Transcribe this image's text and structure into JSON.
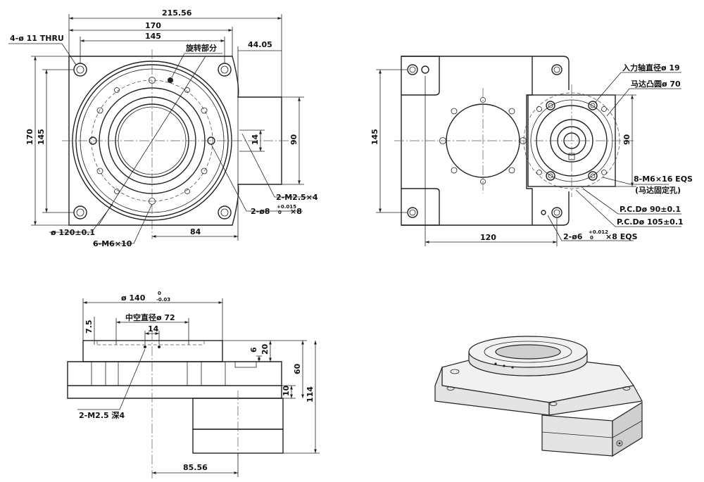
{
  "top_view": {
    "overall_width": "215.56",
    "base_width": "170",
    "hole_spacing": "145",
    "offset": "44.05",
    "height": "170",
    "hole_spacing_v": "145",
    "rotating_part": "旋转部分",
    "thru_holes": "4-ø 11 THRU",
    "tap_m25": "2-M2.5×4",
    "dim_14": "14",
    "dim_90": "90",
    "pin_holes": "2-ø8",
    "pin_tol": "+0.015",
    "pin_tol_low": "0",
    "pin_count": "×8",
    "pcd_120": "ø 120±0.1",
    "tap_m6": "6-M6×10",
    "dim_84": "84"
  },
  "rear_view": {
    "dim_145": "145",
    "dim_120": "120",
    "dim_90": "90",
    "input_shaft": "入力轴直径ø 19",
    "motor_boss": "马达凸圆ø 70",
    "motor_holes": "8-M6×16 EQS",
    "motor_holes_note": "(马达固定孔)",
    "pcd_90": "P.C.Dø 90±0.1",
    "pcd_105": "P.C.Dø 105±0.1",
    "pin_holes": "2-ø6",
    "pin_tol": "+0.012",
    "pin_tol_low": "0",
    "pin_count": "×8 EQS"
  },
  "side_view": {
    "dia_140": "ø 140",
    "dia_140_tol_up": "0",
    "dia_140_tol_low": "-0.03",
    "hollow_dia": "中空直径ø 72",
    "dim_7_5": "7.5",
    "dim_14": "14",
    "dim_6": "6",
    "dim_20": "20",
    "dim_60": "60",
    "dim_10": "10",
    "dim_114": "114",
    "tap_m25": "2-M2.5 深4",
    "dim_85_56": "85.56"
  }
}
